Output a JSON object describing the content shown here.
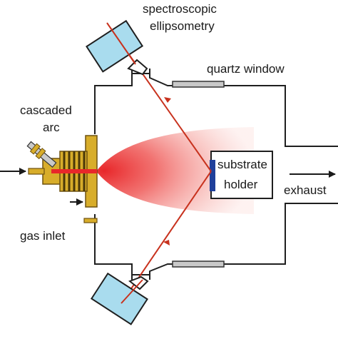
{
  "labels": {
    "ellipsometry_line1": "spectroscopic",
    "ellipsometry_line2": "ellipsometry",
    "quartz_window": "quartz window",
    "cascaded_line1": "cascaded",
    "cascaded_line2": "arc",
    "substrate_line1": "substrate",
    "substrate_line2": "holder",
    "exhaust": "exhaust",
    "gas_inlet": "gas inlet"
  },
  "colors": {
    "chamber_line": "#1f1f1f",
    "detector_fill": "#a9dcee",
    "laser": "#c8321e",
    "plasma": "#e8272a",
    "arc_body": "#d8ad2a",
    "arc_dark": "#6e5210",
    "window": "#c9c9c9",
    "substrate_plate": "#1f3f9a"
  },
  "icons": {
    "ellipsometer_top": "detector-head",
    "ellipsometer_bottom": "detector-head",
    "plasma": "plasma-plume",
    "source": "cascaded-arc-source"
  }
}
